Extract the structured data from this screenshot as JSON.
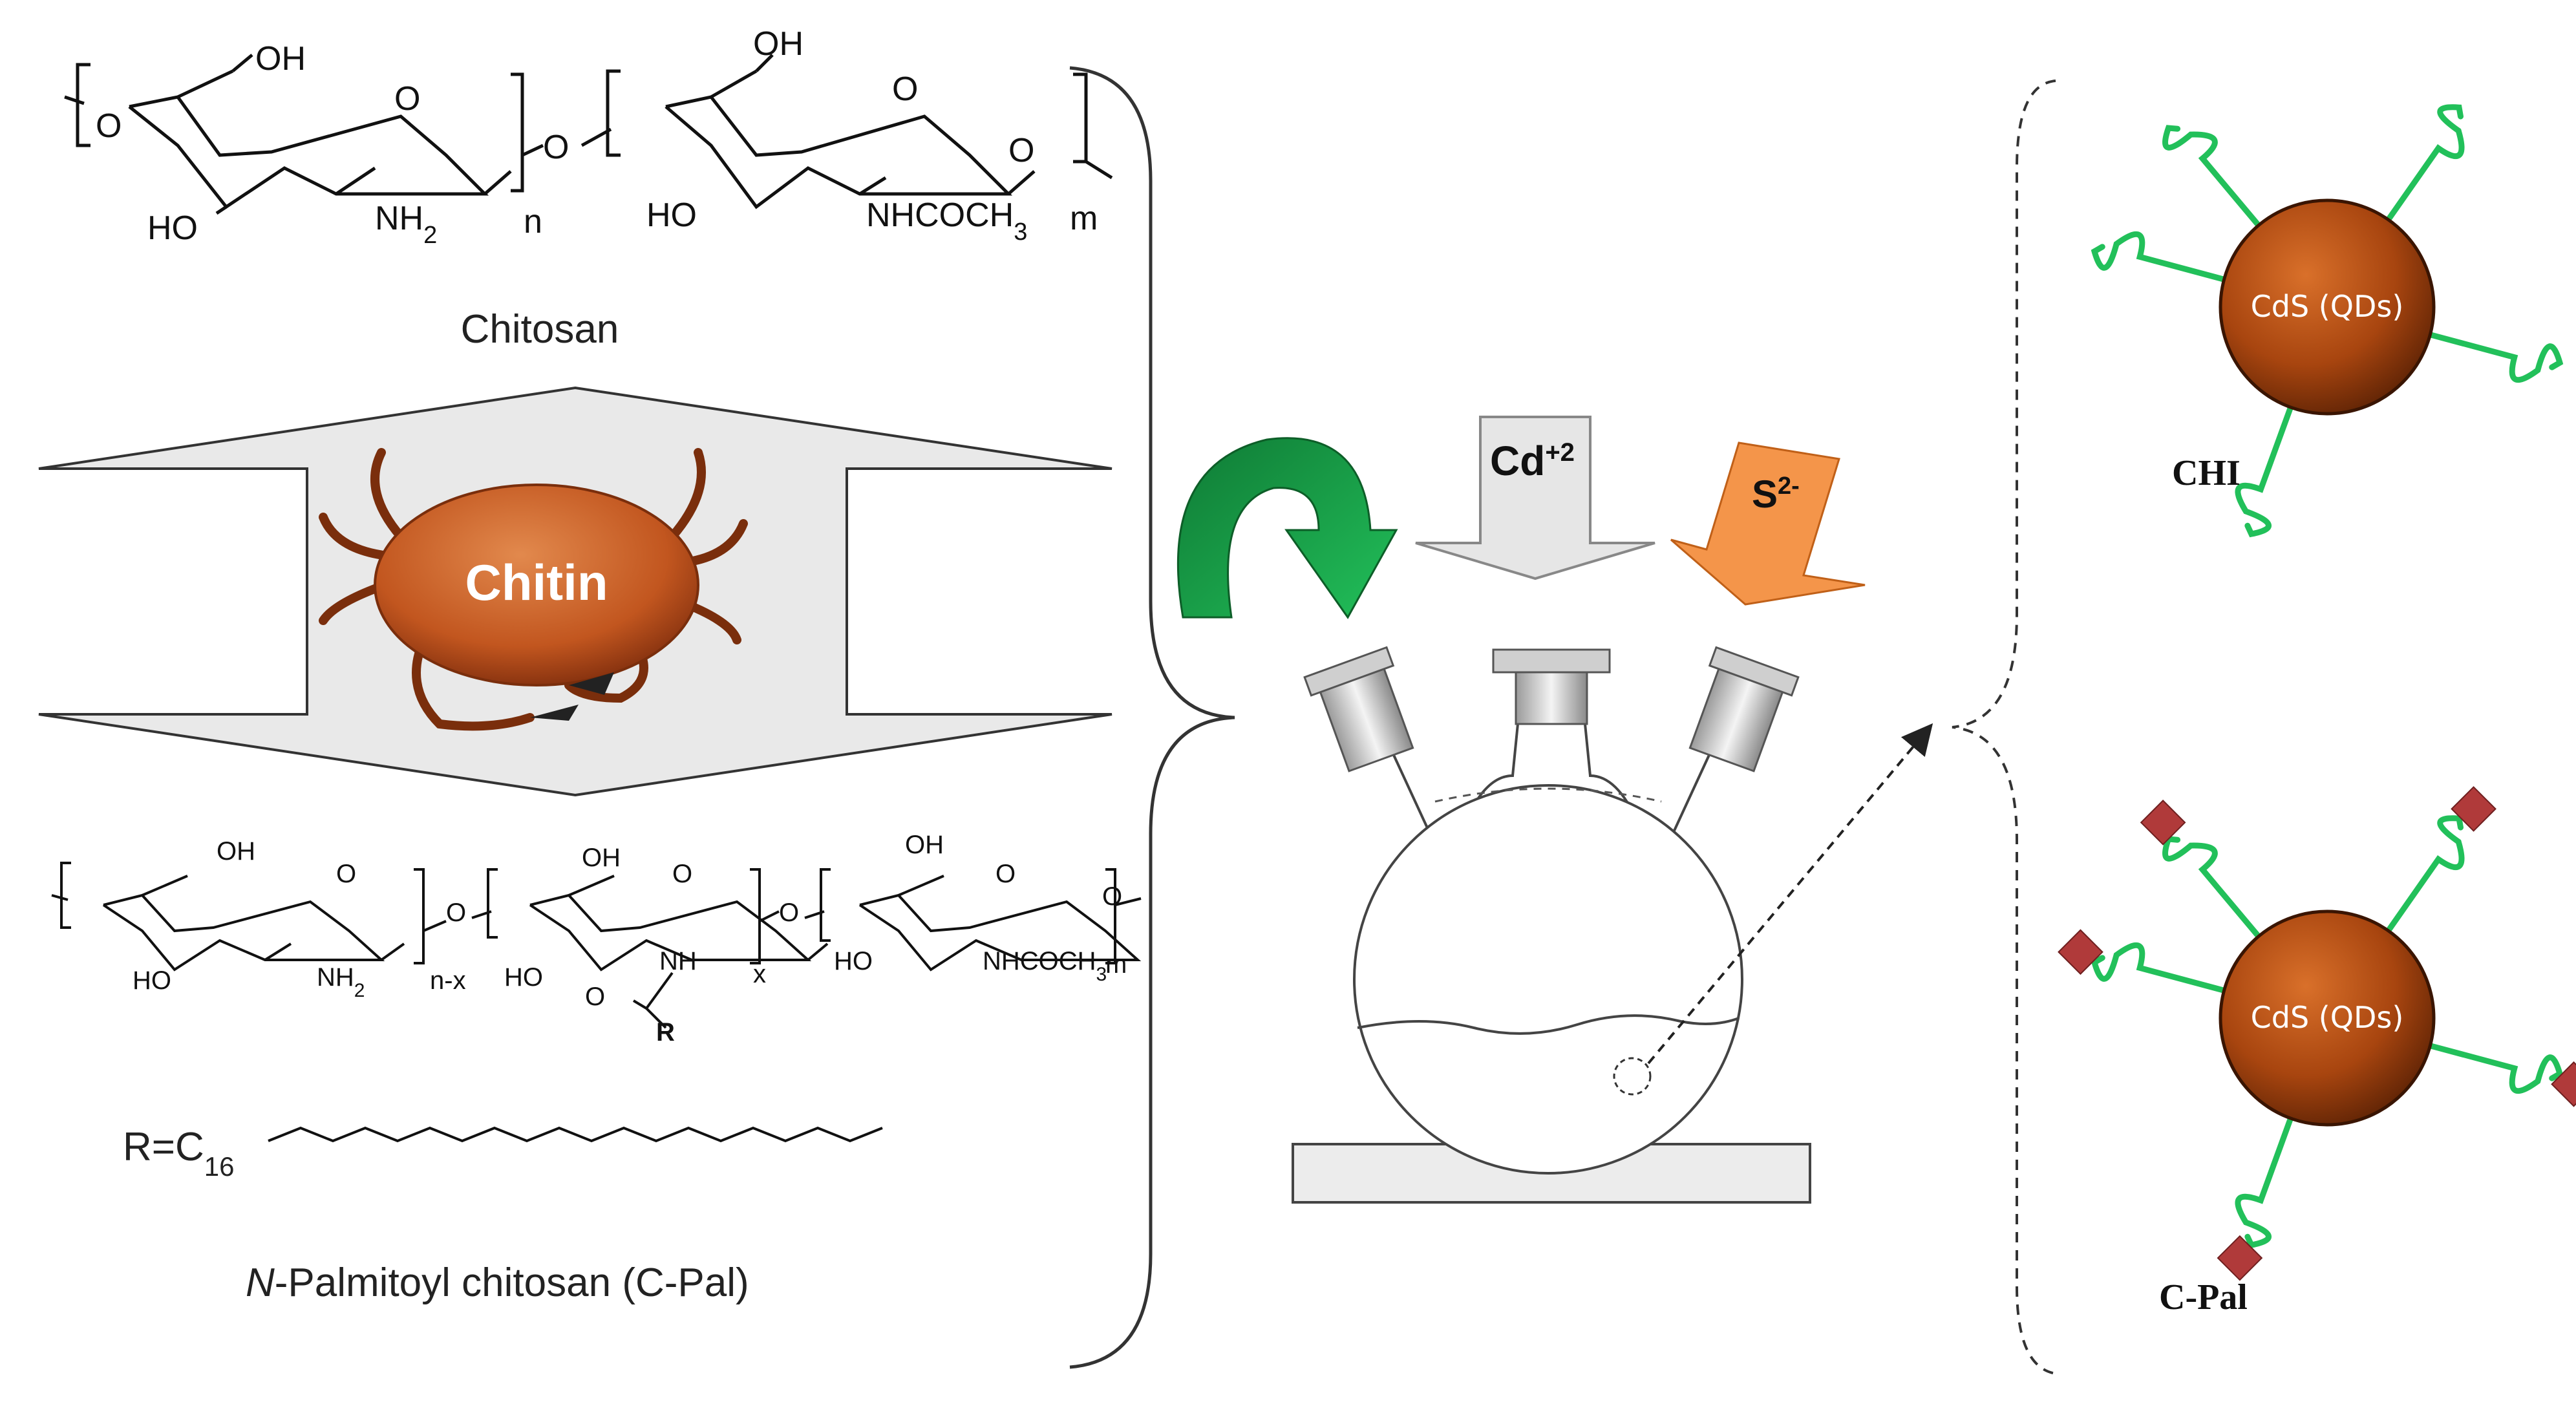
{
  "chitosan": {
    "label": "Chitosan",
    "unit1": {
      "oh": "OH",
      "ring_o": "O",
      "ho": "HO",
      "amine": "NH",
      "amine_sub": "2",
      "repeat": "n"
    },
    "linker_o": "O",
    "unit2": {
      "oh": "OH",
      "ring_o": "O",
      "ho": "HO",
      "acetamide": "NHCOCH",
      "acetamide_sub": "3",
      "repeat": "m",
      "end_o": "O"
    }
  },
  "chitin": {
    "label": "Chitin",
    "image": "crab-icon"
  },
  "cpal": {
    "label_italic": "N",
    "label_rest": "-Palmitoyl chitosan (C-Pal)",
    "unit1": {
      "oh": "OH",
      "ring_o": "O",
      "ho": "HO",
      "amine": "NH",
      "amine_sub": "2",
      "repeat": "n-x"
    },
    "unit2": {
      "oh": "OH",
      "ring_o": "O",
      "ho": "HO",
      "nh": "NH",
      "carbonyl_o": "O",
      "r": "R",
      "repeat": "x"
    },
    "unit3": {
      "oh": "OH",
      "ring_o": "O",
      "ho": "HO",
      "acetamide": "NHCOCH",
      "acetamide_sub": "3",
      "repeat": "m"
    },
    "r_group": {
      "prefix": "R=C",
      "sub": "16"
    }
  },
  "reagents": {
    "cd": {
      "base": "Cd",
      "sup": "+2"
    },
    "s": {
      "base": "S",
      "sup": "2-"
    }
  },
  "products": [
    {
      "core_label": "CdS (QDs)",
      "caption": "CHI"
    },
    {
      "core_label": "CdS (QDs)",
      "caption": "C-Pal"
    }
  ],
  "colors": {
    "green_arrow": "#1a9a42",
    "orange_arrow": "#f4954a",
    "grey_arrow": "#e6e6e6",
    "qd_core": "#a8450f",
    "polymer_strand": "#22c05a",
    "palmitoyl_marker": "#b03a3a"
  }
}
